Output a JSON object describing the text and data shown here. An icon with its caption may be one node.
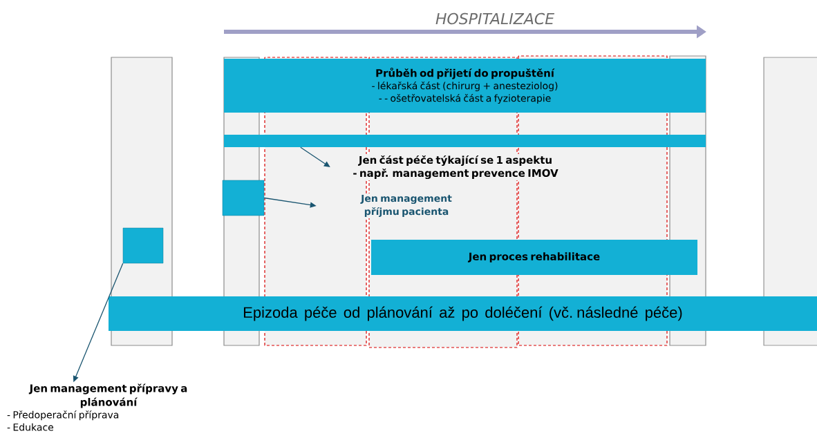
{
  "diagram": {
    "nodes": [
      {
        "text": [
          "Průběh od přijetí do propuštění",
          "- lékařská část (chirurg + anesteziolog)",
          "- - ošetřovatelská část a fyzioterapie"
        ]
      },
      {
        "text": [],
        "shape": "bar"
      },
      {
        "text": [
          "Jen část péče týkající se 1 aspektu",
          "- např. management prevence IMOV"
        ]
      },
      {
        "text": [],
        "shape": "box"
      },
      {
        "text": [
          "Jen management příjmu pacienta"
        ]
      },
      {
        "text": [
          "Jen proces rehabilitace"
        ]
      },
      {
        "text": [],
        "shape": "box"
      },
      {
        "text": [
          "Epizoda péče od plánování až po doléčení (vč. následné péče)"
        ]
      },
      {
        "text": [
          "Jen management přípravy a plánování",
          "- Předoperační příprava",
          "- Edukace"
        ]
      }
    ],
    "edges": [
      {
        "from": 1,
        "to": 2,
        "arrow": "to"
      },
      {
        "from": 3,
        "to": 4,
        "arrow": "to"
      },
      {
        "from": 6,
        "to": 8,
        "arrow": "to"
      }
    ],
    "labels": [
      "HOSPITALIZACE"
    ]
  }
}
